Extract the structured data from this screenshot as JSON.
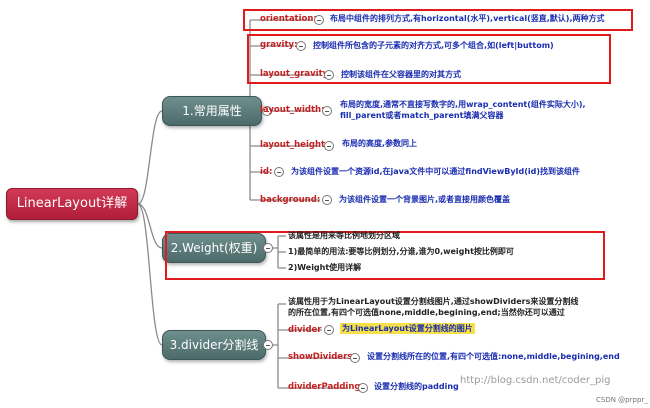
{
  "root": {
    "label": "LinearLayout详解"
  },
  "branches": [
    {
      "label": "1.常用属性"
    },
    {
      "label": "2.Weight(权重)"
    },
    {
      "label": "3.divider分割线"
    }
  ],
  "attributes": {
    "orientation": {
      "label": "orientation:",
      "desc": "布局中组件的排列方式,有horizontal(水平),vertical(竖直,默认),两种方式"
    },
    "gravity": {
      "label": "gravity:",
      "desc": "控制组件所包含的子元素的对齐方式,可多个组合,如(left|buttom)"
    },
    "layout_gravity": {
      "label": "layout_gravity:",
      "desc": "控制该组件在父容器里的对其方式"
    },
    "layout_width": {
      "label": "layout_width:",
      "desc_line1": "布局的宽度,通常不直接写数字的,用wrap_content(组件实际大小),",
      "desc_line2": "fill_parent或者match_parent填满父容器"
    },
    "layout_height": {
      "label": "layout_height:",
      "desc": "布局的高度,参数同上"
    },
    "id": {
      "label": "id:",
      "desc": "为该组件设置一个资源id,在java文件中可以通过findViewById(id)找到该组件"
    },
    "background": {
      "label": "background:",
      "desc": "为该组件设置一个背景图片,或者直接用颜色覆盖"
    }
  },
  "weight": {
    "line1": "该属性是用来等比例地划分区域",
    "line2": "1)最简单的用法:要等比例划分,分谁,谁为0,weight按比例即可",
    "line3": "2)Weight使用详解"
  },
  "divider": {
    "intro_line1": "该属性用于为LinearLayout设置分割线图片,通过showDividers来设置分割线",
    "intro_line2": "的所在位置,有四个可选值none,middle,begining,end;当然你还可以通过",
    "items": {
      "divider": {
        "label": "divider",
        "desc": "为LinearLayout设置分割线的图片"
      },
      "showDividers": {
        "label": "showDividers",
        "desc": "设置分割线所在的位置,有四个可选值:none,middle,begining,end"
      },
      "dividerPadding": {
        "label": "dividerPadding",
        "desc": "设置分割线的padding"
      }
    }
  },
  "watermark": "http://blog.csdn.net/coder_pig",
  "credit": "CSDN @prppr_",
  "colors": {
    "root": "#c0284a",
    "branch": "#5b7b7b",
    "highlight_box": "#e11b1b",
    "label_red": "#c42020",
    "label_blue": "#1c3dc4"
  }
}
